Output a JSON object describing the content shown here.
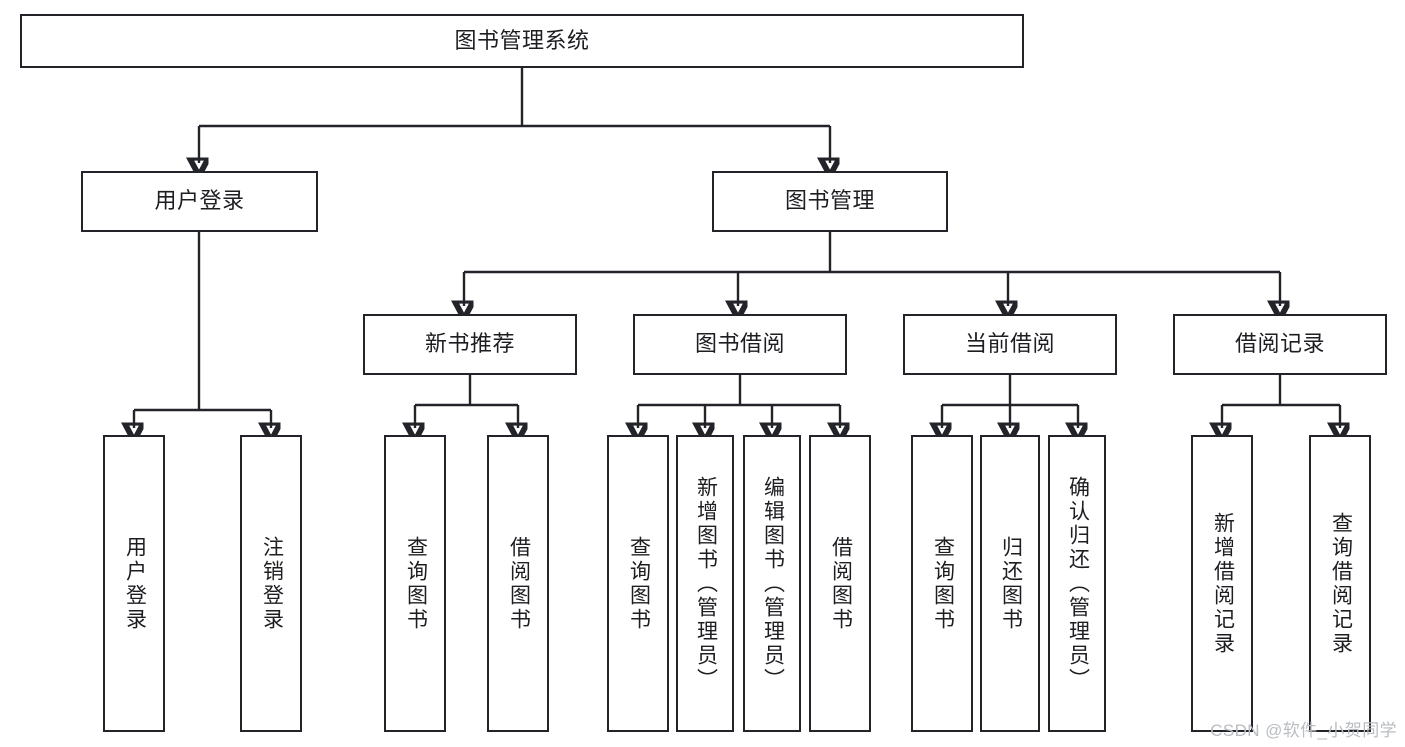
{
  "diagram": {
    "title": "图书管理系统",
    "watermark": "CSDN @软件_小贺同学",
    "theme": {
      "box_border": "#23242a",
      "box_fill": "#ffffff",
      "line": "#23242a",
      "text": "#1d1e22",
      "background": "#ffffff",
      "watermark_color": "#b9bcc2"
    },
    "root": {
      "label": "图书管理系统"
    },
    "level2": [
      {
        "label": "用户登录"
      },
      {
        "label": "图书管理"
      }
    ],
    "level3": [
      {
        "label": "新书推荐"
      },
      {
        "label": "图书借阅"
      },
      {
        "label": "当前借阅"
      },
      {
        "label": "借阅记录"
      }
    ],
    "leaves": {
      "user_login": [
        {
          "label": "用户登录"
        },
        {
          "label": "注销登录"
        }
      ],
      "new_book_recommend": [
        {
          "label": "查询图书"
        },
        {
          "label": "借阅图书"
        }
      ],
      "book_borrow": [
        {
          "label": "查询图书"
        },
        {
          "label": "新增图书（管理员）"
        },
        {
          "label": "编辑图书（管理员）"
        },
        {
          "label": "借阅图书"
        }
      ],
      "current_borrow": [
        {
          "label": "查询图书"
        },
        {
          "label": "归还图书"
        },
        {
          "label": "确认归还（管理员）"
        }
      ],
      "borrow_record": [
        {
          "label": "新增借阅记录"
        },
        {
          "label": "查询借阅记录"
        }
      ]
    }
  }
}
